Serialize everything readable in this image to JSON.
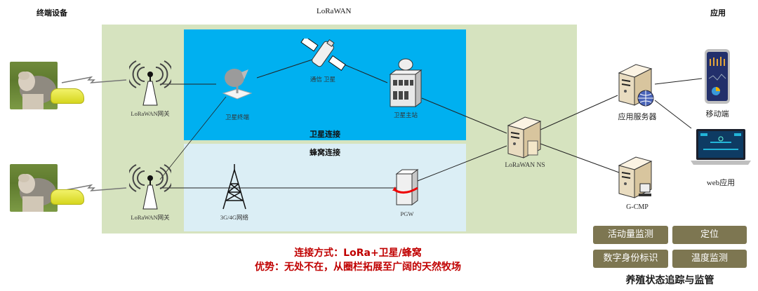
{
  "headers": {
    "terminal": "终端设备",
    "lorawan": "LoRaWAN",
    "application": "应用"
  },
  "zones": {
    "satellite": "卫星连接",
    "cellular": "蜂窝连接"
  },
  "nodes": {
    "gateway_top": "LoRaWAN网关",
    "gateway_bottom": "LoRaWAN网关",
    "sat_terminal": "卫星终端",
    "comm_satellite": "通信 卫星",
    "sat_station": "卫星主站",
    "cell_network": "3G/4G网络",
    "pgw": "PGW",
    "lorawan_ns": "LoRaWAN NS",
    "app_server": "应用服务器",
    "gcmp": "G-CMP",
    "mobile": "移动端",
    "web_app": "web应用"
  },
  "colors": {
    "lorawan_panel": "#d6e3bf",
    "satellite_zone": "#00b0f0",
    "cellular_zone": "#dbeef5",
    "service_button": "#7d7651",
    "highlight_text": "#c00000"
  },
  "services": {
    "items": [
      "活动量监测",
      "定位",
      "数字身份标识",
      "温度监测"
    ],
    "caption": "养殖状态追踪与监管"
  },
  "summary": {
    "connection": "连接方式：LoRa+卫星/蜂窝",
    "advantage": "优势：无处不在，从圈栏拓展至广阔的天然牧场"
  }
}
